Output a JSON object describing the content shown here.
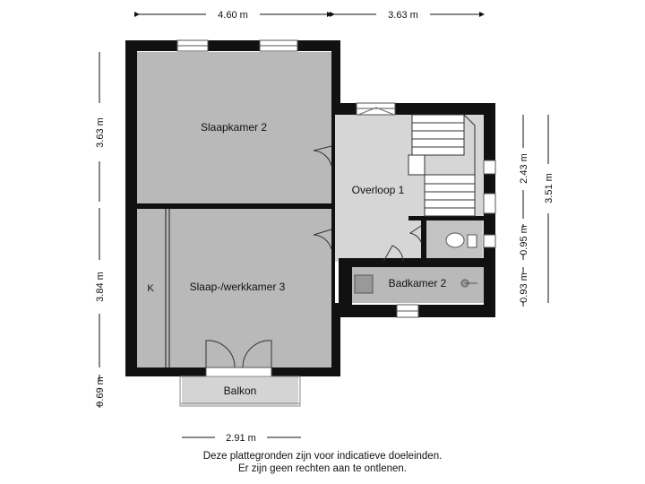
{
  "rooms": {
    "slaapkamer2": "Slaapkamer 2",
    "werkkamer3": "Slaap-/werkkamer 3",
    "overloop1": "Overloop 1",
    "badkamer2": "Badkamer 2",
    "balkon": "Balkon",
    "k_label": "K"
  },
  "dimensions": {
    "top_left": "4.60 m",
    "top_right": "3.63 m",
    "left_upper": "3.63 m",
    "left_lower": "3.84 m",
    "left_balkon": "0.69 m",
    "bottom_balkon": "2.91 m",
    "right_243": "2.43 m",
    "right_095": "0.95 m",
    "right_093": "0.93 m",
    "right_351": "3.51 m"
  },
  "disclaimer": {
    "line1": "Deze plattegronden zijn voor indicatieve doeleinden.",
    "line2": "Er zijn geen rechten aan te ontlenen."
  },
  "colors": {
    "wall": "#111111",
    "floor_gray": "#b9b9b9",
    "floor_light": "#d6d6d6",
    "balkon_floor": "#d4d4d4"
  }
}
